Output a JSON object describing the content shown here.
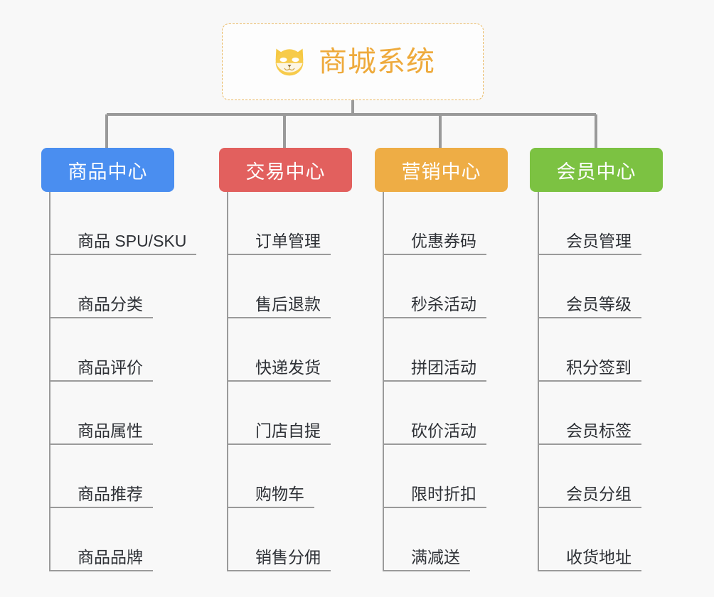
{
  "root": {
    "title": "商城系统",
    "icon": "shiba-dog-icon",
    "border_color": "#eab963",
    "text_color": "#eeaa3c"
  },
  "canvas": {
    "background": "#f8f8f8",
    "connector_color": "#9a9a9a"
  },
  "branches": [
    {
      "label": "商品中心",
      "color": "#4a8ef0",
      "items": [
        "商品 SPU/SKU",
        "商品分类",
        "商品评价",
        "商品属性",
        "商品推荐",
        "商品品牌"
      ]
    },
    {
      "label": "交易中心",
      "color": "#e2605e",
      "items": [
        "订单管理",
        "售后退款",
        "快递发货",
        "门店自提",
        "购物车",
        "销售分佣"
      ]
    },
    {
      "label": "营销中心",
      "color": "#eead45",
      "items": [
        "优惠券码",
        "秒杀活动",
        "拼团活动",
        "砍价活动",
        "限时折扣",
        "满减送"
      ]
    },
    {
      "label": "会员中心",
      "color": "#7cc242",
      "items": [
        "会员管理",
        "会员等级",
        "积分签到",
        "会员标签",
        "会员分组",
        "收货地址"
      ]
    }
  ]
}
